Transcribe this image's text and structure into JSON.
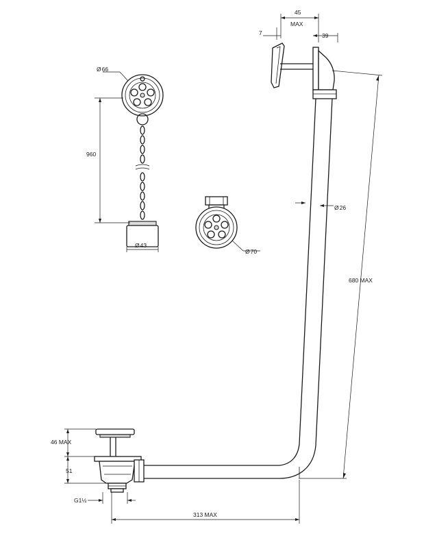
{
  "dimensions": {
    "plate_thickness": "7",
    "max_depth_value": "45",
    "max_depth_unit": "MAX",
    "overflow_offset": "39",
    "plug_diameter": "66",
    "chain_length": "960",
    "stopper_diameter": "43",
    "outlet_diameter": "70",
    "pipe_diameter": "26",
    "height_max": "680 MAX",
    "waste_height_max": "46 MAX",
    "waste_body_height": "51",
    "thread_size": "G1½",
    "length_max": "313 MAX"
  },
  "symbols": {
    "diameter": "Ø"
  }
}
